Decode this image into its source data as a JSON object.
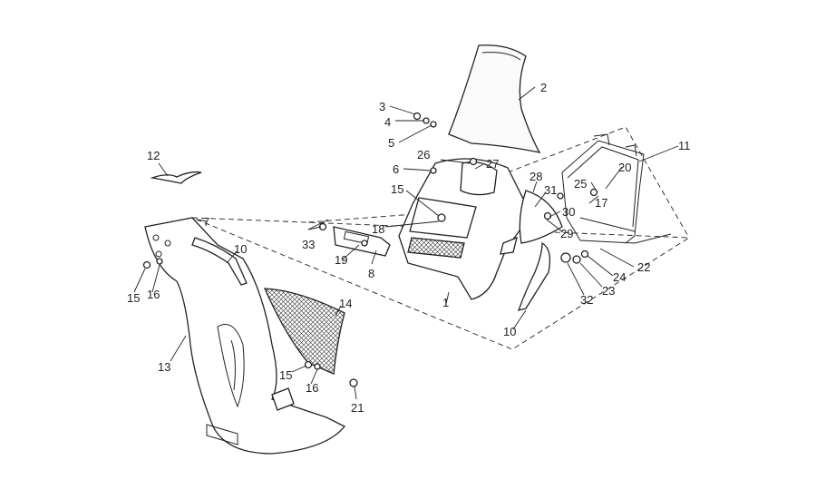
{
  "callouts": [
    {
      "id": "c1",
      "label": "1"
    },
    {
      "id": "c2",
      "label": "2"
    },
    {
      "id": "c3",
      "label": "3"
    },
    {
      "id": "c4",
      "label": "4"
    },
    {
      "id": "c5",
      "label": "5"
    },
    {
      "id": "c6",
      "label": "6"
    },
    {
      "id": "c7",
      "label": "7"
    },
    {
      "id": "c8",
      "label": "8"
    },
    {
      "id": "c10a",
      "label": "10"
    },
    {
      "id": "c10b",
      "label": "10"
    },
    {
      "id": "c11",
      "label": "11"
    },
    {
      "id": "c12",
      "label": "12"
    },
    {
      "id": "c13",
      "label": "13"
    },
    {
      "id": "c14",
      "label": "14"
    },
    {
      "id": "c15a",
      "label": "15"
    },
    {
      "id": "c15b",
      "label": "15"
    },
    {
      "id": "c15c",
      "label": "15"
    },
    {
      "id": "c16a",
      "label": "16"
    },
    {
      "id": "c16b",
      "label": "16"
    },
    {
      "id": "c17",
      "label": "17"
    },
    {
      "id": "c18",
      "label": "18"
    },
    {
      "id": "c19",
      "label": "19"
    },
    {
      "id": "c20",
      "label": "20"
    },
    {
      "id": "c21",
      "label": "21"
    },
    {
      "id": "c22",
      "label": "22"
    },
    {
      "id": "c23",
      "label": "23"
    },
    {
      "id": "c24",
      "label": "24"
    },
    {
      "id": "c25",
      "label": "25"
    },
    {
      "id": "c26",
      "label": "26"
    },
    {
      "id": "c27",
      "label": "27"
    },
    {
      "id": "c28",
      "label": "28"
    },
    {
      "id": "c29",
      "label": "29"
    },
    {
      "id": "c30",
      "label": "30"
    },
    {
      "id": "c31",
      "label": "31"
    },
    {
      "id": "c32",
      "label": "32"
    },
    {
      "id": "c33",
      "label": "33"
    }
  ]
}
